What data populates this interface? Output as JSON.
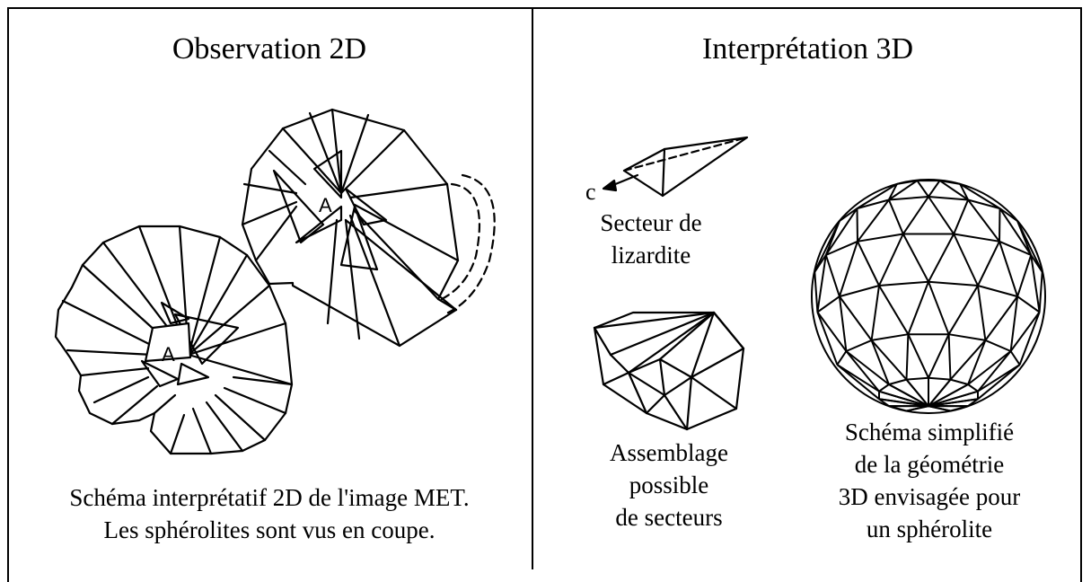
{
  "panels": {
    "left": {
      "title": "Observation 2D",
      "marker_label": "A",
      "caption_lines": [
        "Schéma interprétatif 2D de l'image MET.",
        "Les sphérolites sont vus en coupe."
      ]
    },
    "right": {
      "title": "Interprétation 3D",
      "sector_axis_label": "c",
      "sector_caption_lines": [
        "Secteur de",
        "lizardite"
      ],
      "assembly_caption_lines": [
        "Assemblage",
        "possible",
        "de secteurs"
      ],
      "sphere_caption_lines": [
        "Schéma simplifié",
        "de la géométrie",
        "3D envisagée pour",
        "un sphérolite"
      ]
    }
  }
}
